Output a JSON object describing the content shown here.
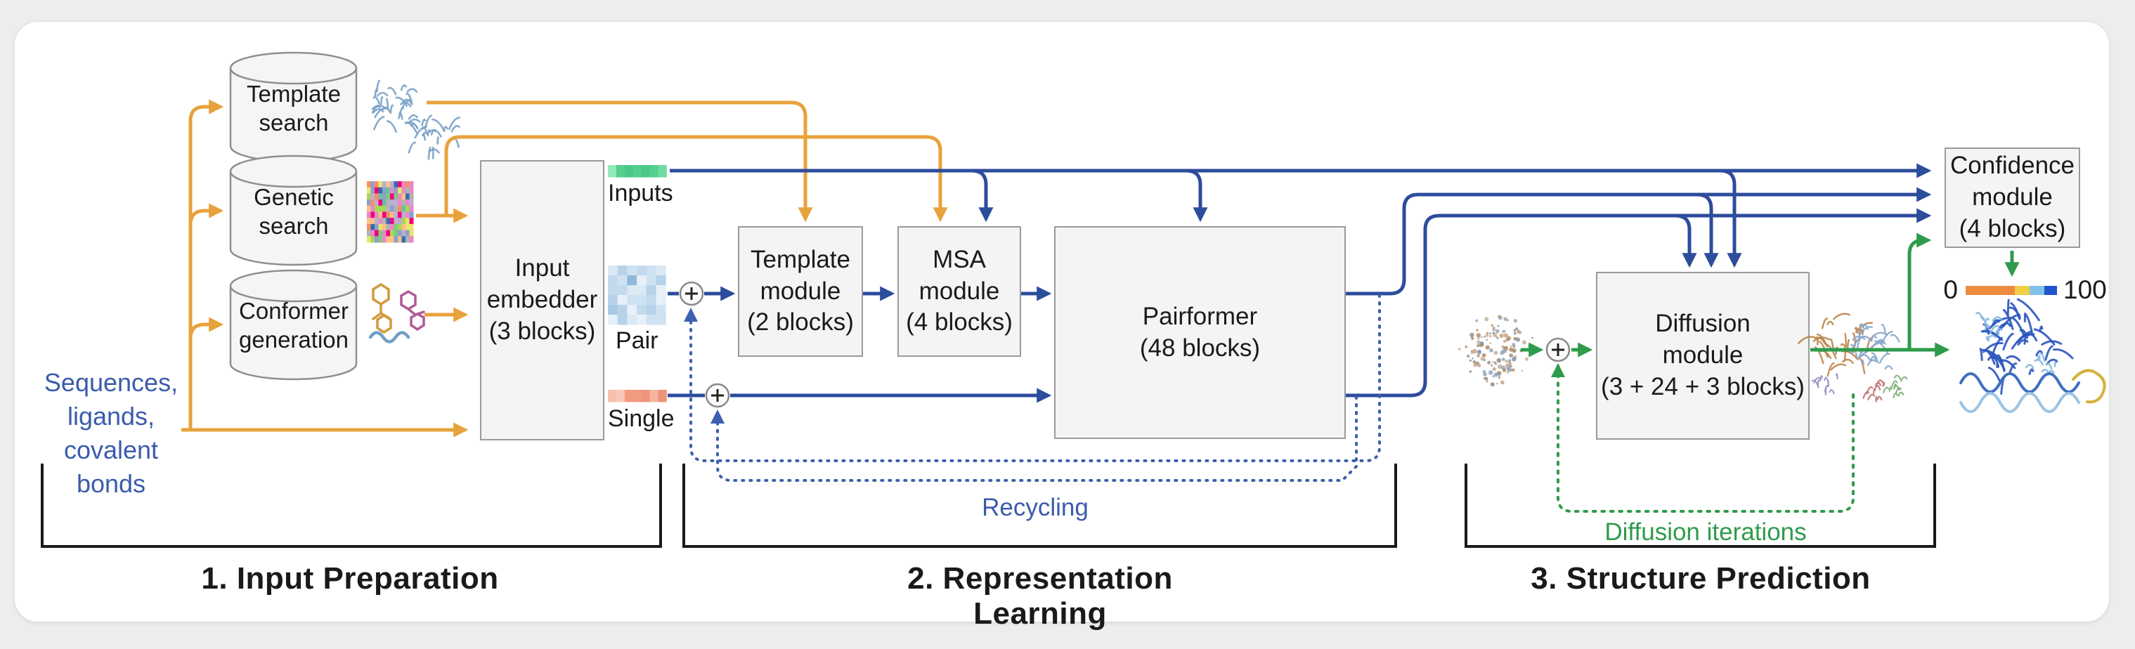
{
  "title": "AlphaFold 3 architecture overview diagram",
  "left_input_label": "Sequences,\nligands,\ncovalent\nbonds",
  "databases": {
    "template_search": "Template\nsearch",
    "genetic_search": "Genetic\nsearch",
    "conformer_generation": "Conformer\ngeneration"
  },
  "modules": {
    "input_embedder": "Input\nembedder\n(3 blocks)",
    "template_module": "Template\nmodule\n(2 blocks)",
    "msa_module": "MSA\nmodule\n(4 blocks)",
    "pairformer": "Pairformer\n(48 blocks)",
    "diffusion_module": "Diffusion\nmodule\n(3 + 24 + 3 blocks)",
    "confidence_module": "Confidence\nmodule\n(4 blocks)"
  },
  "representations": {
    "inputs": "Inputs",
    "pair": "Pair",
    "single": "Single"
  },
  "loops": {
    "recycling": "Recycling",
    "diffusion_iterations": "Diffusion iterations"
  },
  "confidence_scale": {
    "min": "0",
    "max": "100"
  },
  "stages": {
    "stage1": "1. Input Preparation",
    "stage2": "2. Representation Learning",
    "stage3": "3. Structure Prediction"
  },
  "colors": {
    "yellow": "#E8A23B",
    "navy": "#2C4C9C",
    "navy_dashed": "#3C5FAE",
    "green": "#2E9B4B",
    "royal_text": "#3B5BAD",
    "ink": "#1a1a1a",
    "box_fill": "#f4f4f4",
    "box_line": "#9a9a9a",
    "background": "#ECEDEF",
    "scale_segments": [
      "#EE8A3E",
      "#F2CF45",
      "#7FC3E8",
      "#2255CC"
    ]
  }
}
